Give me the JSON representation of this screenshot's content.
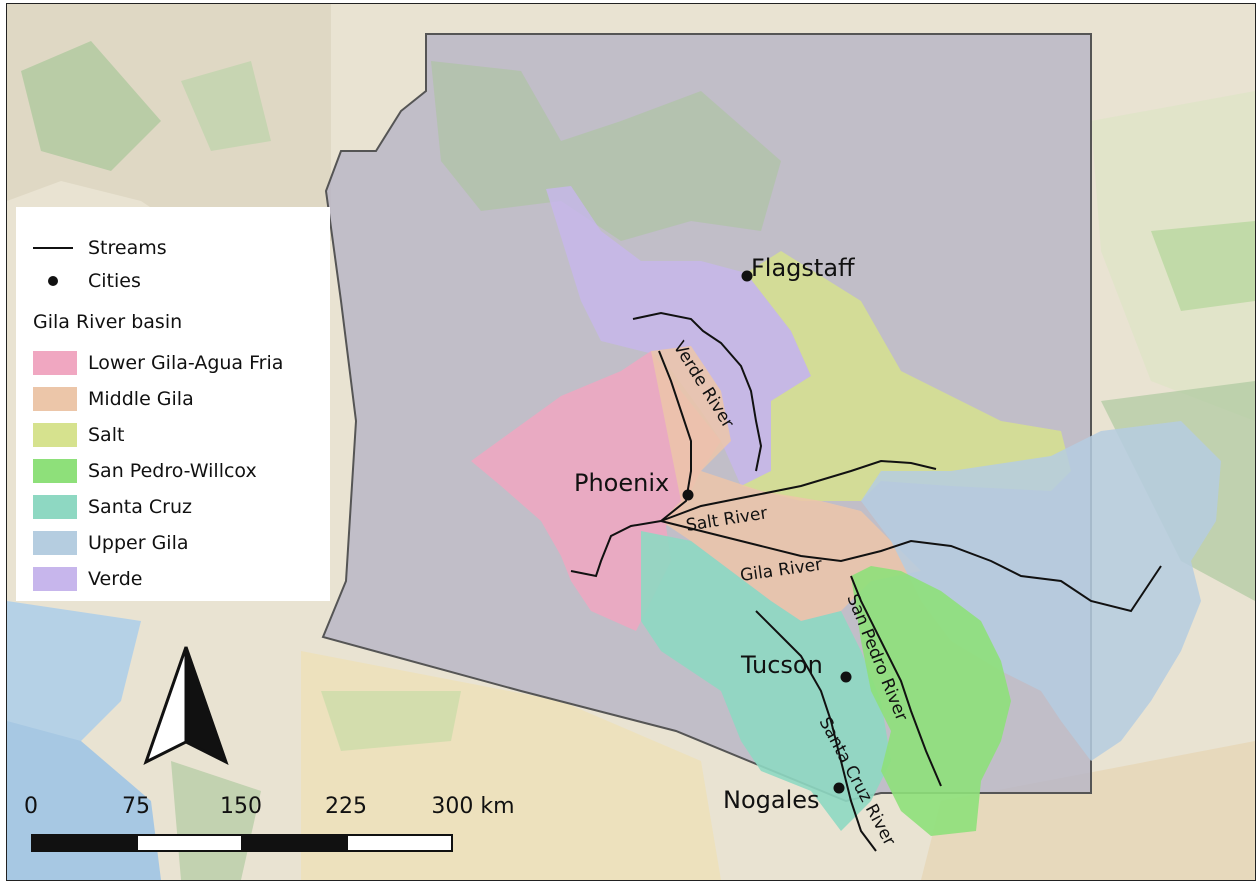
{
  "legend": {
    "streams_label": "Streams",
    "cities_label": "Cities",
    "group_title": "Gila River basin",
    "basins": [
      {
        "name": "Lower Gila-Agua Fria",
        "color": "#f0a7c1"
      },
      {
        "name": "Middle Gila",
        "color": "#ecc6a9"
      },
      {
        "name": "Salt",
        "color": "#d6e28e"
      },
      {
        "name": "San Pedro-Willcox",
        "color": "#8ee07a"
      },
      {
        "name": "Santa Cruz",
        "color": "#8ed8c2"
      },
      {
        "name": "Upper Gila",
        "color": "#b5cde0"
      },
      {
        "name": "Verde",
        "color": "#c7b6ec"
      }
    ]
  },
  "cities": {
    "flagstaff": "Flagstaff",
    "phoenix": "Phoenix",
    "tucson": "Tucson",
    "nogales": "Nogales"
  },
  "rivers": {
    "verde": "Verde River",
    "salt": "Salt River",
    "gila": "Gila River",
    "san_pedro": "San Pedro River",
    "santa_cruz": "Santa Cruz River"
  },
  "scale_bar": {
    "labels": [
      "0",
      "75",
      "150",
      "225",
      "300 km"
    ]
  },
  "colors": {
    "state_overlay": "#b4b2c4",
    "terrain": "#e8e1cf",
    "forest": "#b9cf9a",
    "stream": "#111111",
    "city": "#111111"
  }
}
